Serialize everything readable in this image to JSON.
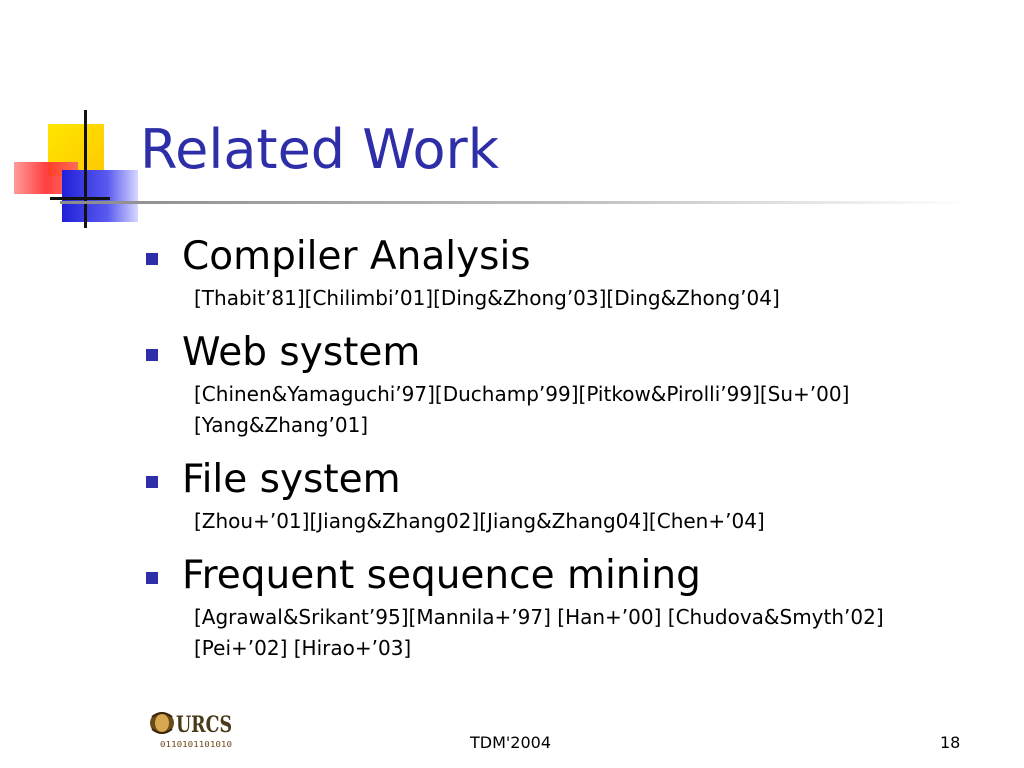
{
  "title": "Related Work",
  "items": [
    {
      "heading": "Compiler Analysis",
      "refs": [
        "[Thabit’81][Chilimbi’01][Ding&Zhong’03][Ding&Zhong’04]"
      ]
    },
    {
      "heading": "Web system",
      "refs": [
        "[Chinen&Yamaguchi’97][Duchamp’99][Pitkow&Pirolli’99][Su+’00]",
        "[Yang&Zhang’01]"
      ]
    },
    {
      "heading": "File system",
      "refs": [
        "[Zhou+’01][Jiang&Zhang02][Jiang&Zhang04][Chen+’04]"
      ]
    },
    {
      "heading": "Frequent sequence mining",
      "refs": [
        "[Agrawal&Srikant’95][Mannila+’97] [Han+’00] [Chudova&Smyth’02]",
        "[Pei+’02] [Hirao+’03]"
      ]
    }
  ],
  "logo": {
    "text": "URCS",
    "binary": "0110101101010"
  },
  "footer": {
    "center": "TDM'2004",
    "slide_number": "18"
  },
  "colors": {
    "title": "#2e2ea8",
    "bullet": "#2e2ea8",
    "yellow": "#ffd800",
    "red": "#ff3030",
    "blue": "#3030e0"
  }
}
